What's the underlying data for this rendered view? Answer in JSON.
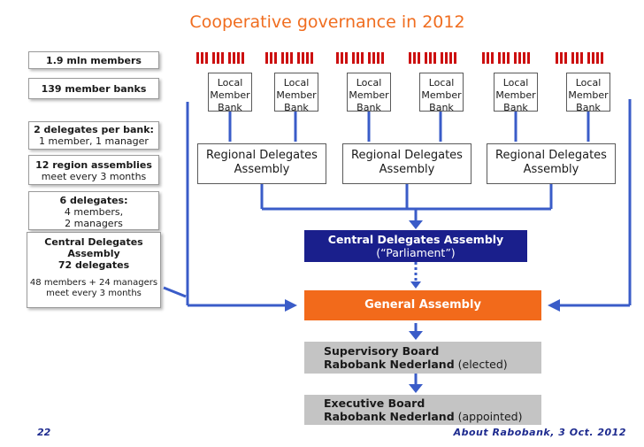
{
  "title": "Cooperative governance in 2012",
  "left_panel": {
    "members": "1.9 mln members",
    "member_banks": "139 member banks",
    "delegates_per_bank": "2 delegates per bank:",
    "delegates_per_bank_detail": "1 member, 1 manager",
    "region_assemblies": "12 region assemblies",
    "region_assemblies_detail": "meet every 3 months",
    "six_delegates": "6 delegates:",
    "six_delegates_members": "4 members,",
    "six_delegates_managers": "2 managers",
    "central_title_1": "Central Delegates",
    "central_title_2": "Assembly",
    "central_count": "72 delegates",
    "central_detail_1": "48 members + 24 managers",
    "central_detail_2": "meet every 3 months"
  },
  "local_banks": [
    {
      "l1": "Local",
      "l2": "Member",
      "l3": "Bank"
    },
    {
      "l1": "Local",
      "l2": "Member",
      "l3": "Bank"
    },
    {
      "l1": "Local",
      "l2": "Member",
      "l3": "Bank"
    },
    {
      "l1": "Local",
      "l2": "Member",
      "l3": "Bank"
    },
    {
      "l1": "Local",
      "l2": "Member",
      "l3": "Bank"
    },
    {
      "l1": "Local",
      "l2": "Member",
      "l3": "Bank"
    }
  ],
  "regional_assemblies": [
    {
      "l1": "Regional Delegates",
      "l2": "Assembly"
    },
    {
      "l1": "Regional Delegates",
      "l2": "Assembly"
    },
    {
      "l1": "Regional Delegates",
      "l2": "Assembly"
    }
  ],
  "central_assembly": {
    "title": "Central Delegates Assembly",
    "subtitle": "(“Parliament”)"
  },
  "general_assembly": {
    "title": "General Assembly"
  },
  "supervisory_board": {
    "line1": "Supervisory Board",
    "line2": "Rabobank Nederland",
    "note": "(elected)"
  },
  "executive_board": {
    "line1": "Executive Board",
    "line2": "Rabobank Nederland",
    "note": "(appointed)"
  },
  "footer": {
    "page": "22",
    "text": "About Rabobank, 3 Oct. 2012"
  },
  "colors": {
    "title": "#f06d1f",
    "connector": "#3a5cc8",
    "central_fill": "#1a1f8c",
    "general_fill": "#f26a1b",
    "board_fill": "#c4c4c4",
    "people": "#cc1010",
    "footer": "#1e2b8f"
  }
}
